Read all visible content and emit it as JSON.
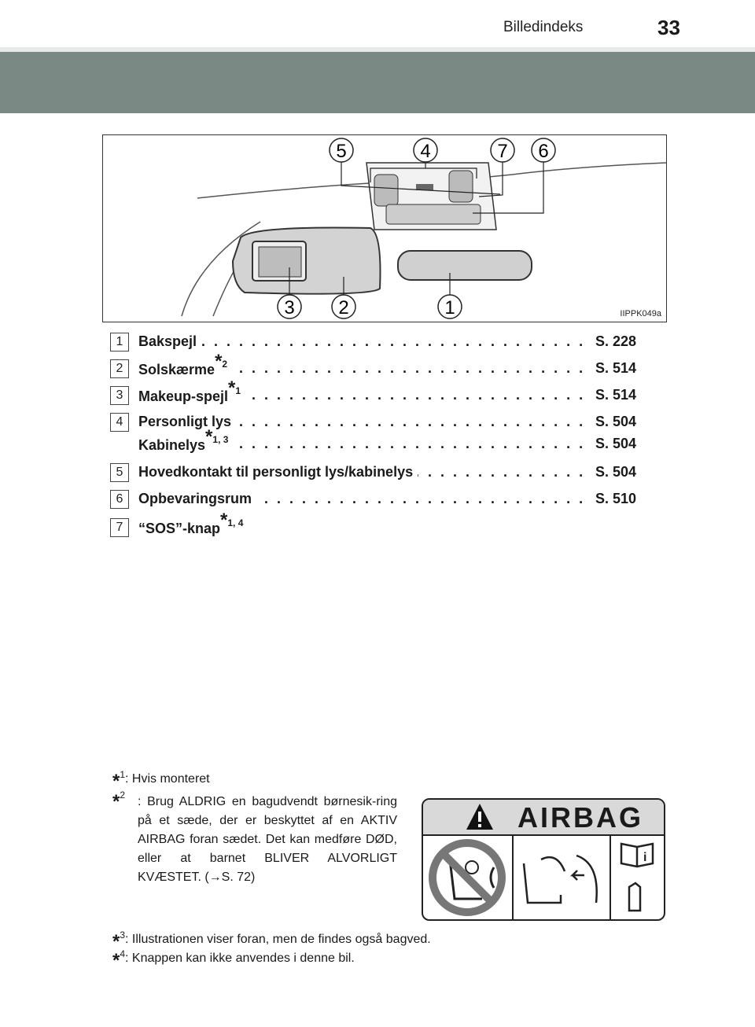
{
  "header": {
    "section_title": "Billedindeks",
    "page_number": "33"
  },
  "figure": {
    "code": "IIPPK049a",
    "callouts": [
      "5",
      "4",
      "7",
      "6",
      "3",
      "2",
      "1"
    ]
  },
  "items": [
    {
      "num": "1",
      "label": "Bakspejl",
      "sup": "",
      "page": "S. 228"
    },
    {
      "num": "2",
      "label": "Solskærme",
      "sup": "2",
      "page": "S. 514"
    },
    {
      "num": "3",
      "label": "Makeup-spejl",
      "sup": "1",
      "page": "S. 514"
    },
    {
      "num": "4",
      "label": "Personligt lys",
      "sup": "",
      "page": "S. 504"
    },
    {
      "num": "",
      "label": "Kabinelys",
      "sup": "1, 3",
      "page": "S. 504"
    },
    {
      "num": "5",
      "label": "Hovedkontakt til personligt lys/kabinelys",
      "sup": "",
      "page": "S. 504"
    },
    {
      "num": "6",
      "label": "Opbevaringsrum",
      "sup": "",
      "page": "S. 510"
    },
    {
      "num": "7",
      "label": "“SOS”-knap",
      "sup": "1, 4",
      "page": ""
    }
  ],
  "footnotes": {
    "fn1_mark": "1",
    "fn1_text": ": Hvis monteret",
    "fn2_mark": "2",
    "fn2_text": ": Brug ALDRIG en bagudvendt børnesik-ring på et sæde, der er beskyttet af en AKTIV AIRBAG foran sædet. Det kan medføre DØD, eller at barnet BLIVER ALVORLIGT KVÆSTET. (→S. 72)",
    "fn3_mark": "3",
    "fn3_text": ": Illustrationen viser foran, men de findes også bagved.",
    "fn4_mark": "4",
    "fn4_text": ": Knappen kan ikke anvendes i denne bil.",
    "star": "*"
  },
  "airbag_label": {
    "title": "AIRBAG"
  }
}
